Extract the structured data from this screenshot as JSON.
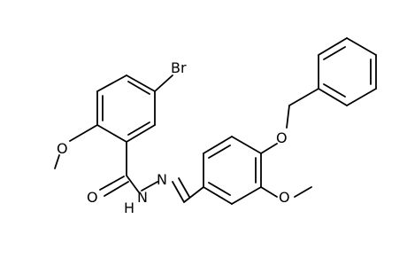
{
  "molecule": {
    "atoms": {
      "bromine": "Br",
      "carbonyl_oxygen": "O",
      "hydrazide_nitrogen": "N",
      "imine_nitrogen": "N",
      "nh_hydrogen": "H",
      "methoxy_oxygen_left": "O",
      "methoxy_oxygen_right": "O",
      "benzyloxy_oxygen": "O"
    }
  }
}
